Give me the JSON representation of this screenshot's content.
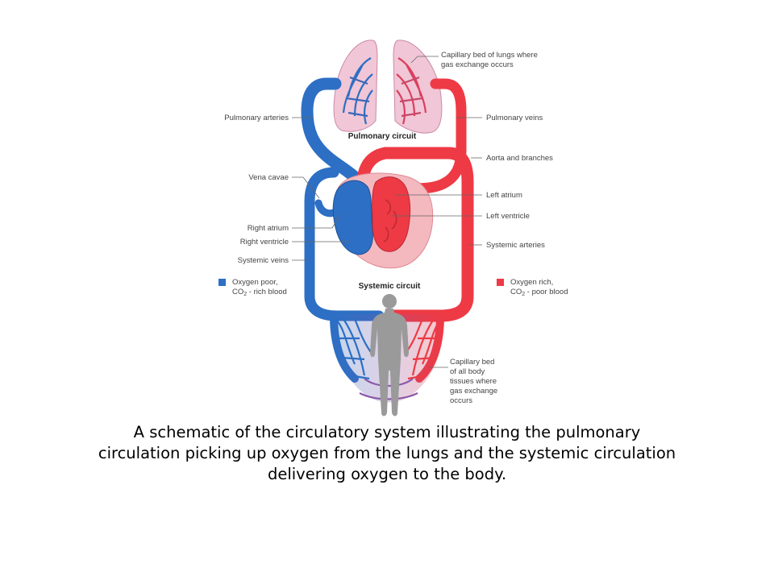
{
  "colors": {
    "oxygen_poor": "#2d6fc4",
    "oxygen_rich": "#ee3a45",
    "lung_fill": "#f1c6d6",
    "body_silhouette": "#9a9a9a"
  },
  "circuits": {
    "pulmonary": "Pulmonary circuit",
    "systemic": "Systemic circuit"
  },
  "labels": {
    "lung_capillary_bed": [
      "Capillary bed of lungs where",
      "gas exchange occurs"
    ],
    "pulmonary_arteries": "Pulmonary arteries",
    "pulmonary_veins": "Pulmonary veins",
    "aorta": "Aorta and branches",
    "vena_cavae": "Vena cavae",
    "left_atrium": "Left atrium",
    "left_ventricle": "Left ventricle",
    "right_atrium": "Right atrium",
    "right_ventricle": "Right ventricle",
    "systemic_arteries": "Systemic arteries",
    "systemic_veins": "Systemic veins",
    "body_capillary_bed": [
      "Capillary bed",
      "of all body",
      "tissues where",
      "gas exchange",
      "occurs"
    ]
  },
  "legend": {
    "oxygen_poor": {
      "line1": "Oxygen poor,",
      "line2_pre": "CO",
      "line2_sub": "2",
      "line2_post": " - rich blood"
    },
    "oxygen_rich": {
      "line1": "Oxygen rich,",
      "line2_pre": "CO",
      "line2_sub": "2",
      "line2_post": " - poor blood"
    }
  },
  "caption": "A schematic of the circulatory system illustrating the pulmonary circulation picking up oxygen from the lungs and the systemic circulation delivering oxygen to the body."
}
